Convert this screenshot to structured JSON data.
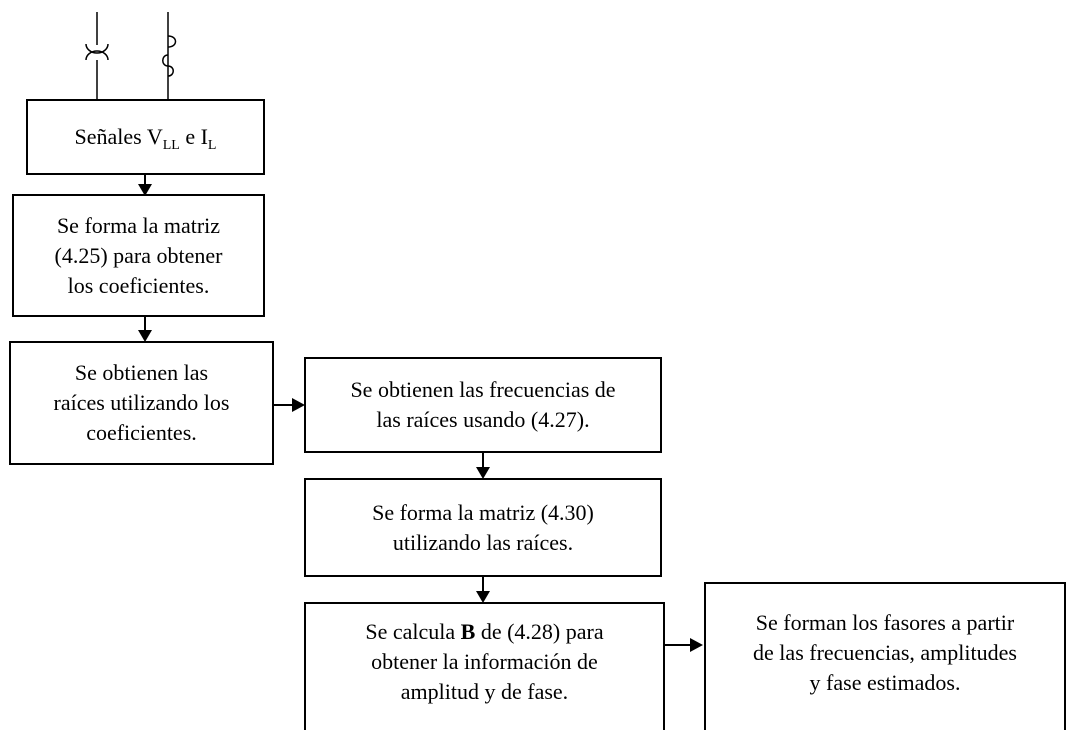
{
  "boxes": {
    "signals": {
      "prefix": "Señales V",
      "sub1": "LL",
      "mid": " e I",
      "sub2": "L"
    },
    "form_matrix": [
      "Se forma la matriz",
      "(4.25) para obtener",
      "los coeficientes."
    ],
    "roots": [
      "Se obtienen las",
      "raíces utilizando los",
      "coeficientes."
    ],
    "frequencies": [
      "Se obtienen las frecuencias de",
      "las raíces usando (4.27)."
    ],
    "matrix_430": [
      "Se forma la matriz (4.30)",
      "utilizando las raíces."
    ],
    "calc_b": {
      "pre": "Se calcula ",
      "bold": "B",
      "post": " de (4.28) para",
      "line2": "obtener la información de",
      "line3": "amplitud y de fase."
    },
    "phasors": [
      "Se forman los fasores a partir",
      "de las frecuencias, amplitudes",
      "y fase estimados."
    ]
  }
}
